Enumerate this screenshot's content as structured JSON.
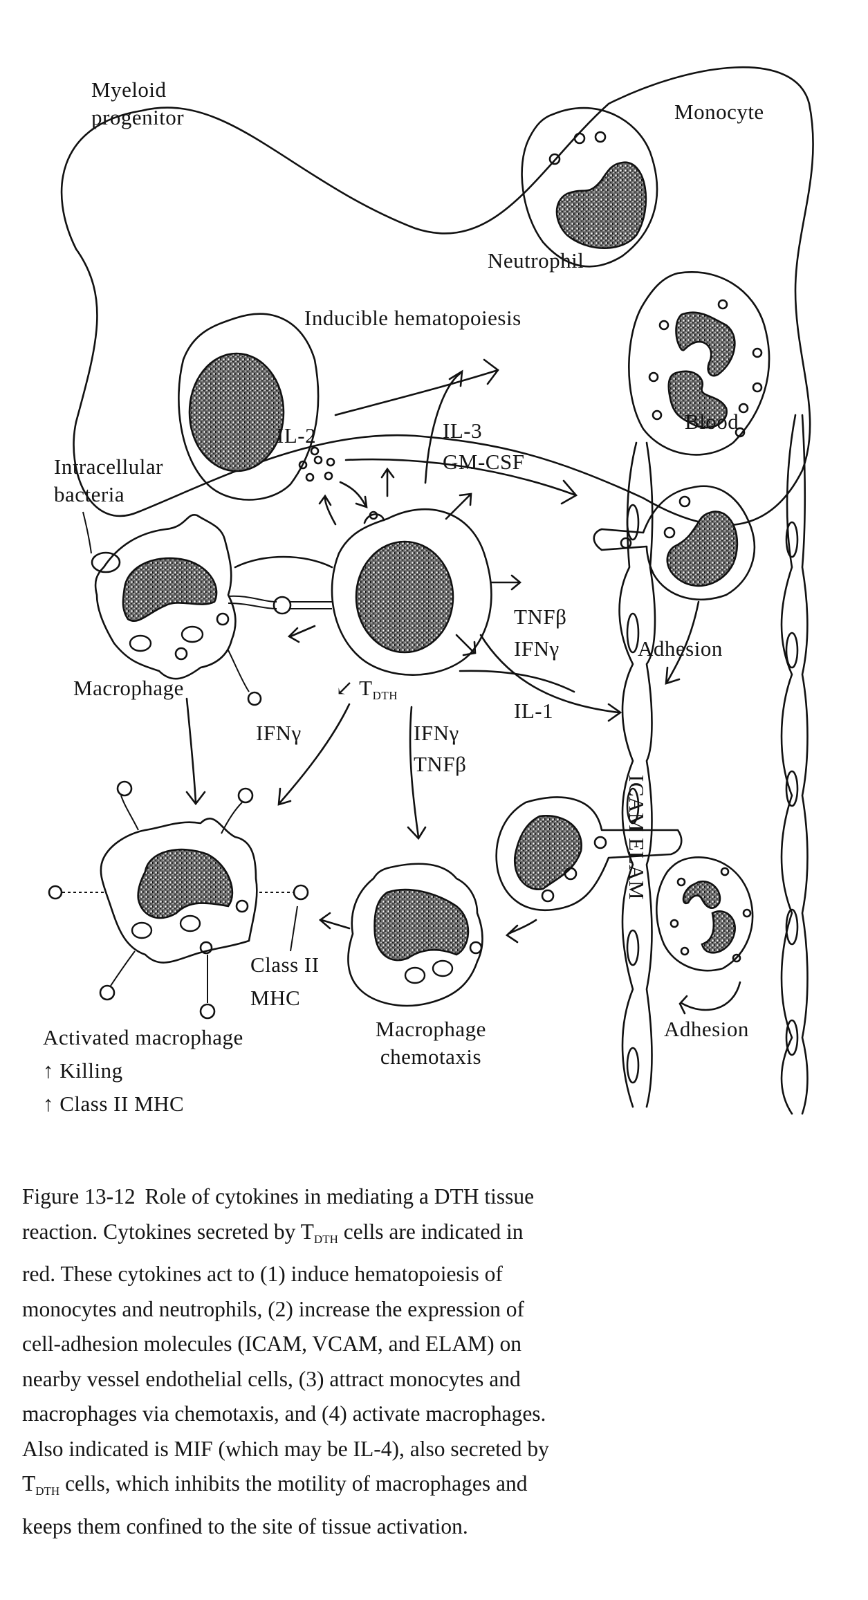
{
  "figure": {
    "labels": {
      "myeloid_progenitor": [
        "Myeloid",
        "progenitor"
      ],
      "monocyte": "Monocyte",
      "neutrophil": "Neutrophil",
      "inducible_hematopoiesis": "Inducible hematopoiesis",
      "il2": "IL-2",
      "il3": "IL-3",
      "gmcsf": "GM-CSF",
      "blood": "Blood",
      "intracellular_bacteria": [
        "Intracellular",
        "bacteria"
      ],
      "macrophage": "Macrophage",
      "tdth_main": "T",
      "tdth_sub": "DTH",
      "tnfb_1": "TNFβ",
      "ifng_1": "IFNγ",
      "il1": "IL-1",
      "adhesion_top": "Adhesion",
      "adhesion_bottom": "Adhesion",
      "icam_elam": "ICAM ELAM",
      "ifng_left": "IFNγ",
      "ifng_center": "IFNγ",
      "tnfb_center": "TNFβ",
      "class2_mhc": [
        "Class II",
        "MHC"
      ],
      "activated_macrophage": "Activated macrophage",
      "killing": "↑ Killing",
      "class2_up": "↑ Class II MHC",
      "macrophage_chemotaxis": [
        "Macrophage",
        "chemotaxis"
      ]
    }
  },
  "caption": {
    "figure_number": "Figure 13-12",
    "lines": [
      "Role of cytokines in mediating a DTH tissue",
      "reaction. Cytokines secreted by T",
      "DTH",
      " cells are indicated in",
      "red. These cytokines act to (1) induce hematopoiesis of",
      "monocytes and neutrophils, (2) increase the expression of",
      "cell-adhesion molecules (ICAM, VCAM, and ELAM) on",
      "nearby vessel endothelial cells, (3) attract monocytes and",
      "macrophages via chemotaxis, and (4) activate macrophages.",
      "Also indicated is MIF (which may be IL-4), also secreted by",
      "T",
      "DTH",
      " cells, which inhibits the motility of macrophages and",
      "keeps them confined to the site of tissue activation."
    ]
  }
}
